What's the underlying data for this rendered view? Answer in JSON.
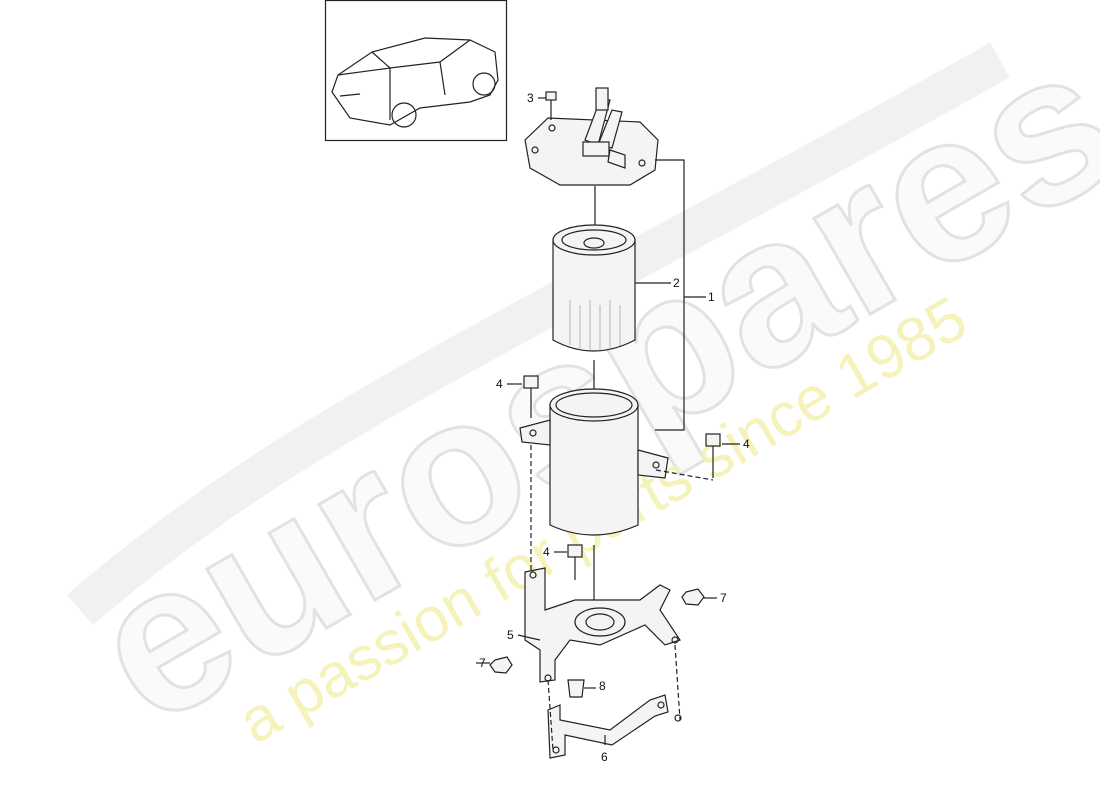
{
  "watermark": {
    "brand": "eurospares",
    "tagline": "a passion for parts since 1985",
    "tagline_color": "#f4f1b0"
  },
  "thumbnail": {
    "subject": "car-suv-icon"
  },
  "callouts": [
    "1",
    "2",
    "3",
    "4",
    "4",
    "4",
    "5",
    "6",
    "7",
    "7",
    "8"
  ]
}
